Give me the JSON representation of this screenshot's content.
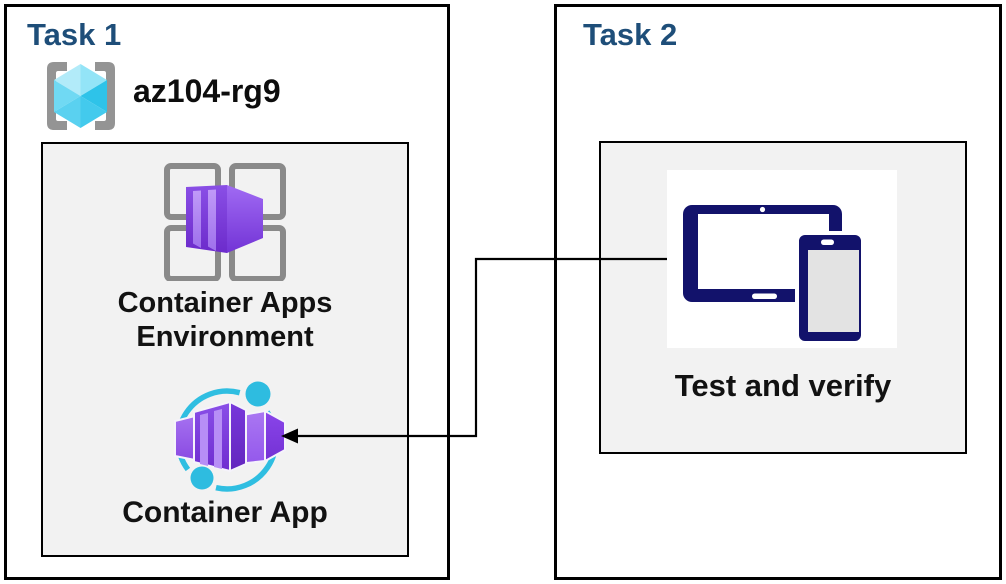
{
  "task1": {
    "title": "Task 1",
    "resource_group": {
      "name": "az104-rg9",
      "icon": "resource-group-icon"
    },
    "environment": {
      "label_line1": "Container Apps",
      "label_line2": "Environment",
      "icon": "container-apps-environment-icon"
    },
    "container_app": {
      "label": "Container App",
      "icon": "container-app-icon"
    }
  },
  "task2": {
    "title": "Task 2",
    "test_verify": {
      "label": "Test and verify",
      "icon": "tablet-phone-icon"
    }
  },
  "connector": {
    "type": "elbow-arrow",
    "from": "test-verify-icon",
    "to": "container-app-icon",
    "direction": "arrowhead-points-left-at-container-app"
  },
  "colors": {
    "task_title_blue": "#1E4E79",
    "panel_fill": "#F2F2F2",
    "border_black": "#000000",
    "container_purple": "#7C3BDC",
    "app_ring_cyan": "#2FBEE1",
    "resource_cube_cyan": "#55CFF0",
    "bracket_gray": "#949494",
    "grid_gray": "#8A8A8A",
    "device_navy": "#12126B"
  }
}
